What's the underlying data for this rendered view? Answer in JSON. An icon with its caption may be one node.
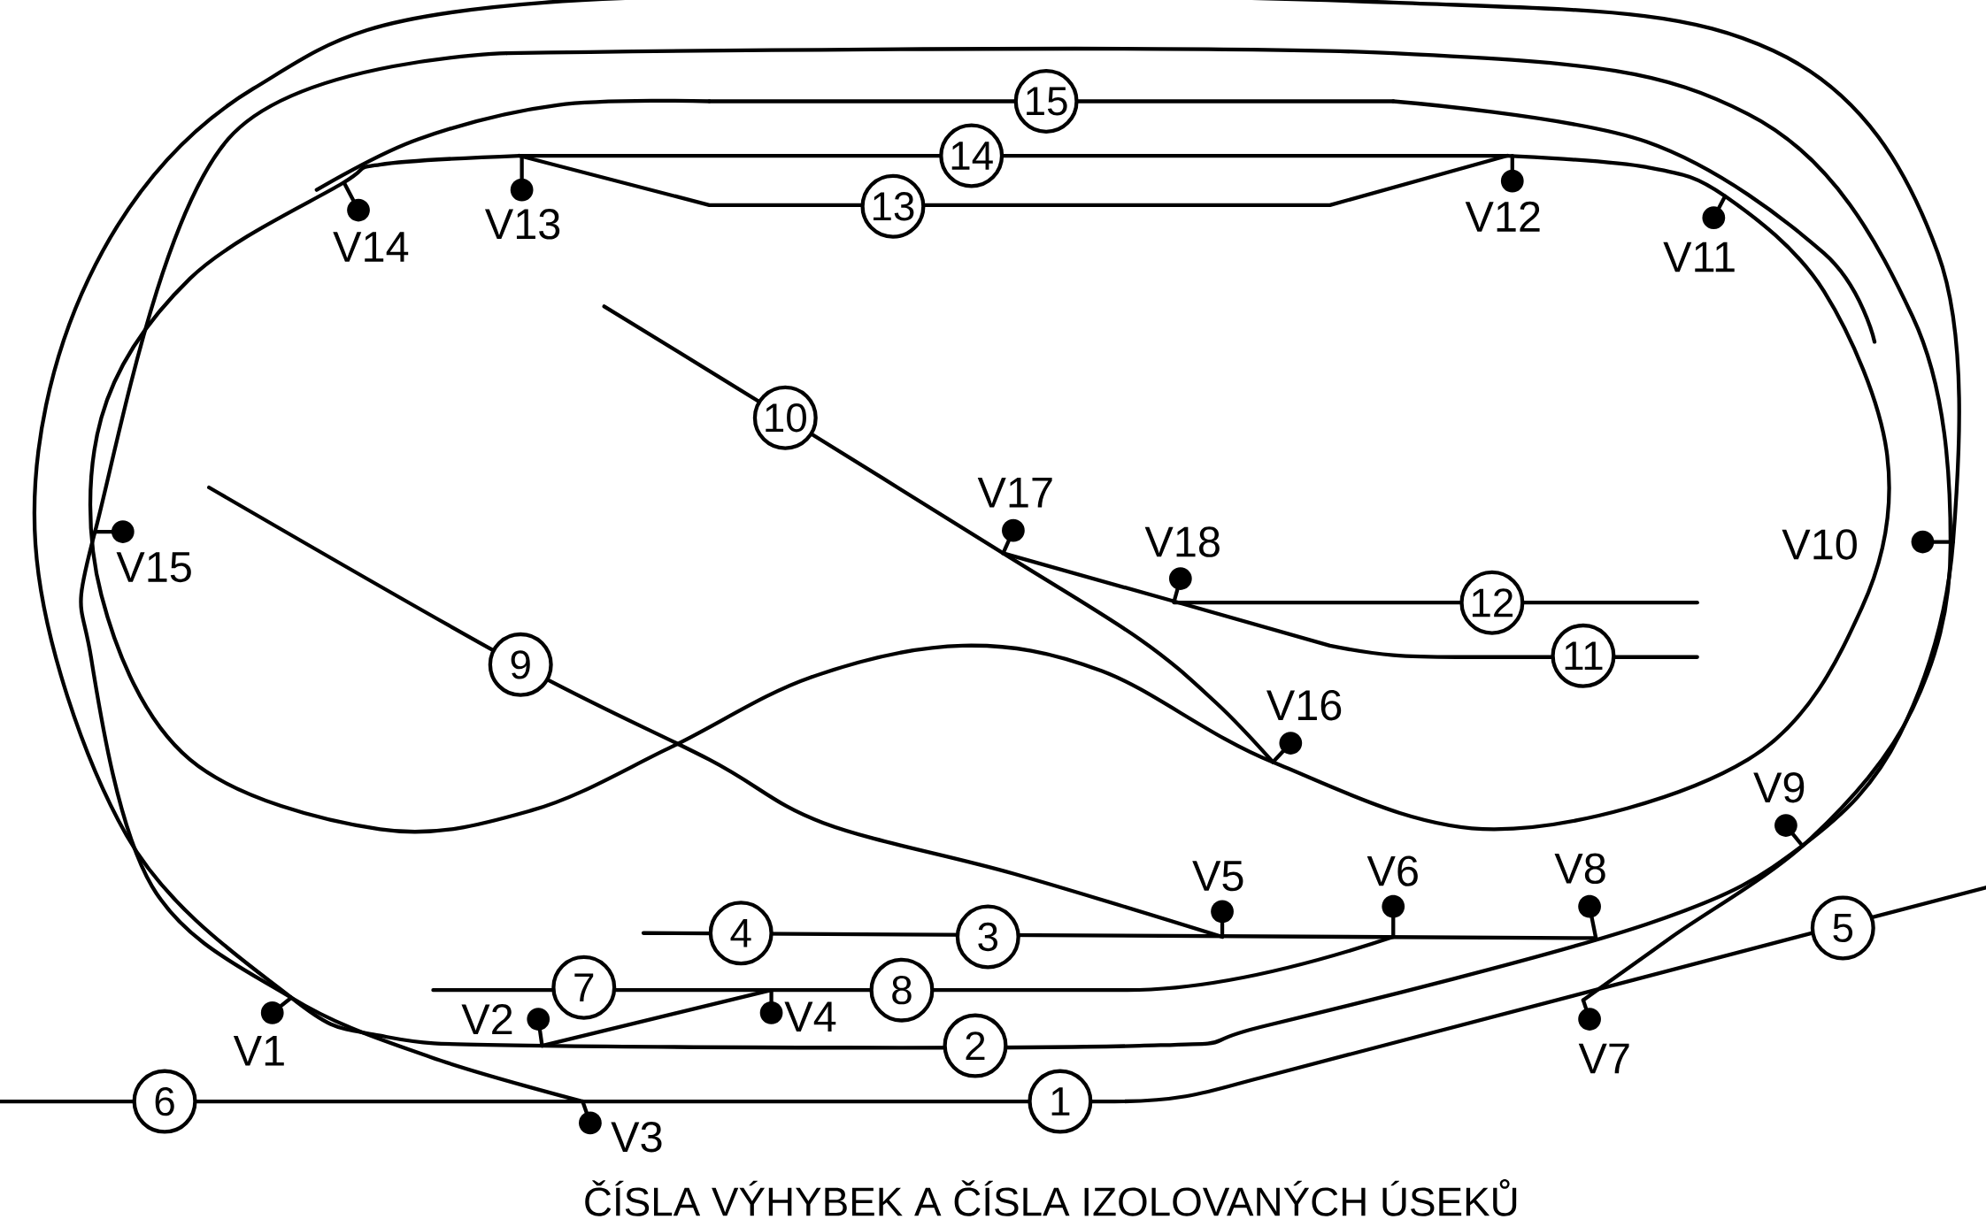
{
  "diagram": {
    "caption": "ČÍSLA  VÝHYBEK  A  ČÍSLA  IZOLOVANÝCH  ÚSEKŮ",
    "nodes": [
      {
        "text": [
          "15"
        ]
      },
      {
        "text": [
          "14"
        ]
      },
      {
        "text": [
          "13"
        ]
      },
      {
        "text": [
          "10"
        ]
      },
      {
        "text": [
          "12"
        ]
      },
      {
        "text": [
          "11"
        ]
      },
      {
        "text": [
          "9"
        ]
      },
      {
        "text": [
          "5"
        ]
      },
      {
        "text": [
          "4"
        ]
      },
      {
        "text": [
          "3"
        ]
      },
      {
        "text": [
          "7"
        ]
      },
      {
        "text": [
          "8"
        ]
      },
      {
        "text": [
          "2"
        ]
      },
      {
        "text": [
          "6"
        ]
      },
      {
        "text": [
          "1"
        ]
      }
    ],
    "labels": [
      "V13",
      "V12",
      "V14",
      "V11",
      "V17",
      "V18",
      "V10",
      "V15",
      "V16",
      "V9",
      "V5",
      "V6",
      "V8",
      "V2",
      "V4",
      "V1",
      "V7",
      "V3"
    ]
  }
}
